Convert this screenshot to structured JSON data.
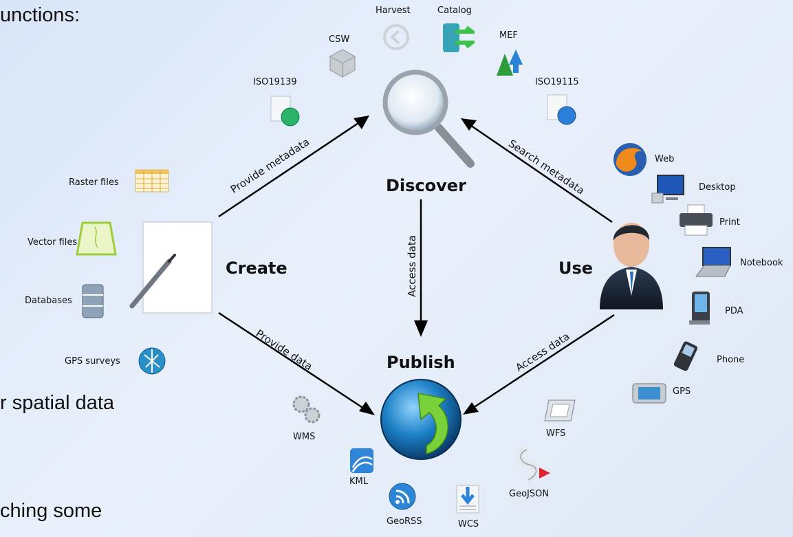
{
  "slide_text": {
    "line1": "unctions:",
    "line2": "r spatial data",
    "line3": "ching some"
  },
  "nodes": {
    "create": "Create",
    "discover": "Discover",
    "publish": "Publish",
    "use": "Use"
  },
  "edges": {
    "provide_metadata": "Provide metadata",
    "search_metadata": "Search metadata",
    "access_data_vertical": "Access data",
    "provide_data": "Provide data",
    "access_data_right": "Access data"
  },
  "create_sources": [
    "Raster files",
    "Vector files",
    "Databases",
    "GPS surveys"
  ],
  "discover_services": [
    "Harvest",
    "Catalog",
    "CSW",
    "MEF",
    "ISO19139",
    "ISO19115"
  ],
  "use_clients": [
    "Web",
    "Desktop",
    "Print",
    "Notebook",
    "PDA",
    "Phone",
    "GPS"
  ],
  "publish_formats": [
    "WMS",
    "KML",
    "GeoRSS",
    "WCS",
    "WFS",
    "GeoJSON"
  ],
  "colors": {
    "background": "#dfe8f6",
    "arrow": "#000000",
    "globe": "#1b7fc4",
    "globe_arrow": "#7bd13a"
  }
}
